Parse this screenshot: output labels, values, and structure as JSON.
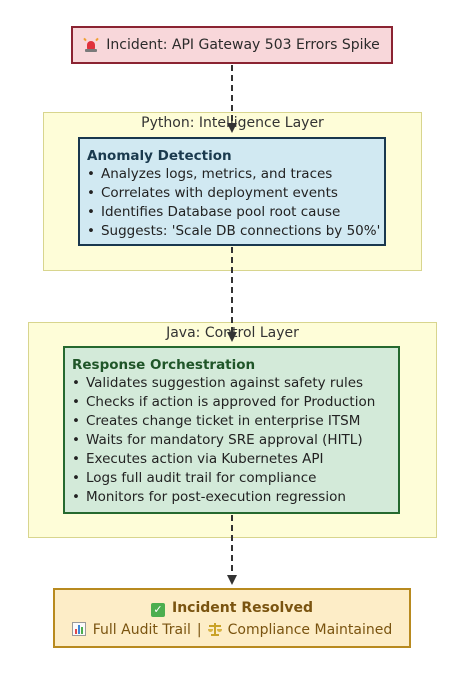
{
  "incident": {
    "icon": "siren-icon",
    "label": "Incident: API Gateway 503 Errors Spike"
  },
  "python_layer": {
    "title": "Python: Intelligence Layer",
    "box_title": "Anomaly Detection",
    "items": [
      "Analyzes logs, metrics, and traces",
      "Correlates with deployment events",
      "Identifies Database pool root cause",
      "Suggests: 'Scale DB connections by 50%'"
    ]
  },
  "java_layer": {
    "title": "Java: Control Layer",
    "box_title": "Response Orchestration",
    "items": [
      "Validates suggestion against safety rules",
      "Checks if action is approved for Production",
      "Creates change ticket in enterprise ITSM",
      "Waits for mandatory SRE approval (HITL)",
      "Executes action via Kubernetes API",
      "Logs full audit trail for compliance",
      "Monitors for post-execution regression"
    ]
  },
  "resolved": {
    "icon": "check-icon",
    "title": "Incident Resolved",
    "audit_icon": "bar-chart-icon",
    "audit_label": "Full Audit Trail",
    "separator": "|",
    "compliance_icon": "scales-icon",
    "compliance_label": "Compliance Maintained"
  },
  "colors": {
    "incident_fill": "#f8d7da",
    "incident_border": "#8b2332",
    "layer_fill": "#fefdd8",
    "anomaly_fill": "#d1e9f2",
    "anomaly_border": "#19374e",
    "response_fill": "#d3ead9",
    "response_border": "#25692f",
    "resolved_fill": "#fdedc7",
    "resolved_border": "#b88a1f",
    "edge": "#333333"
  }
}
